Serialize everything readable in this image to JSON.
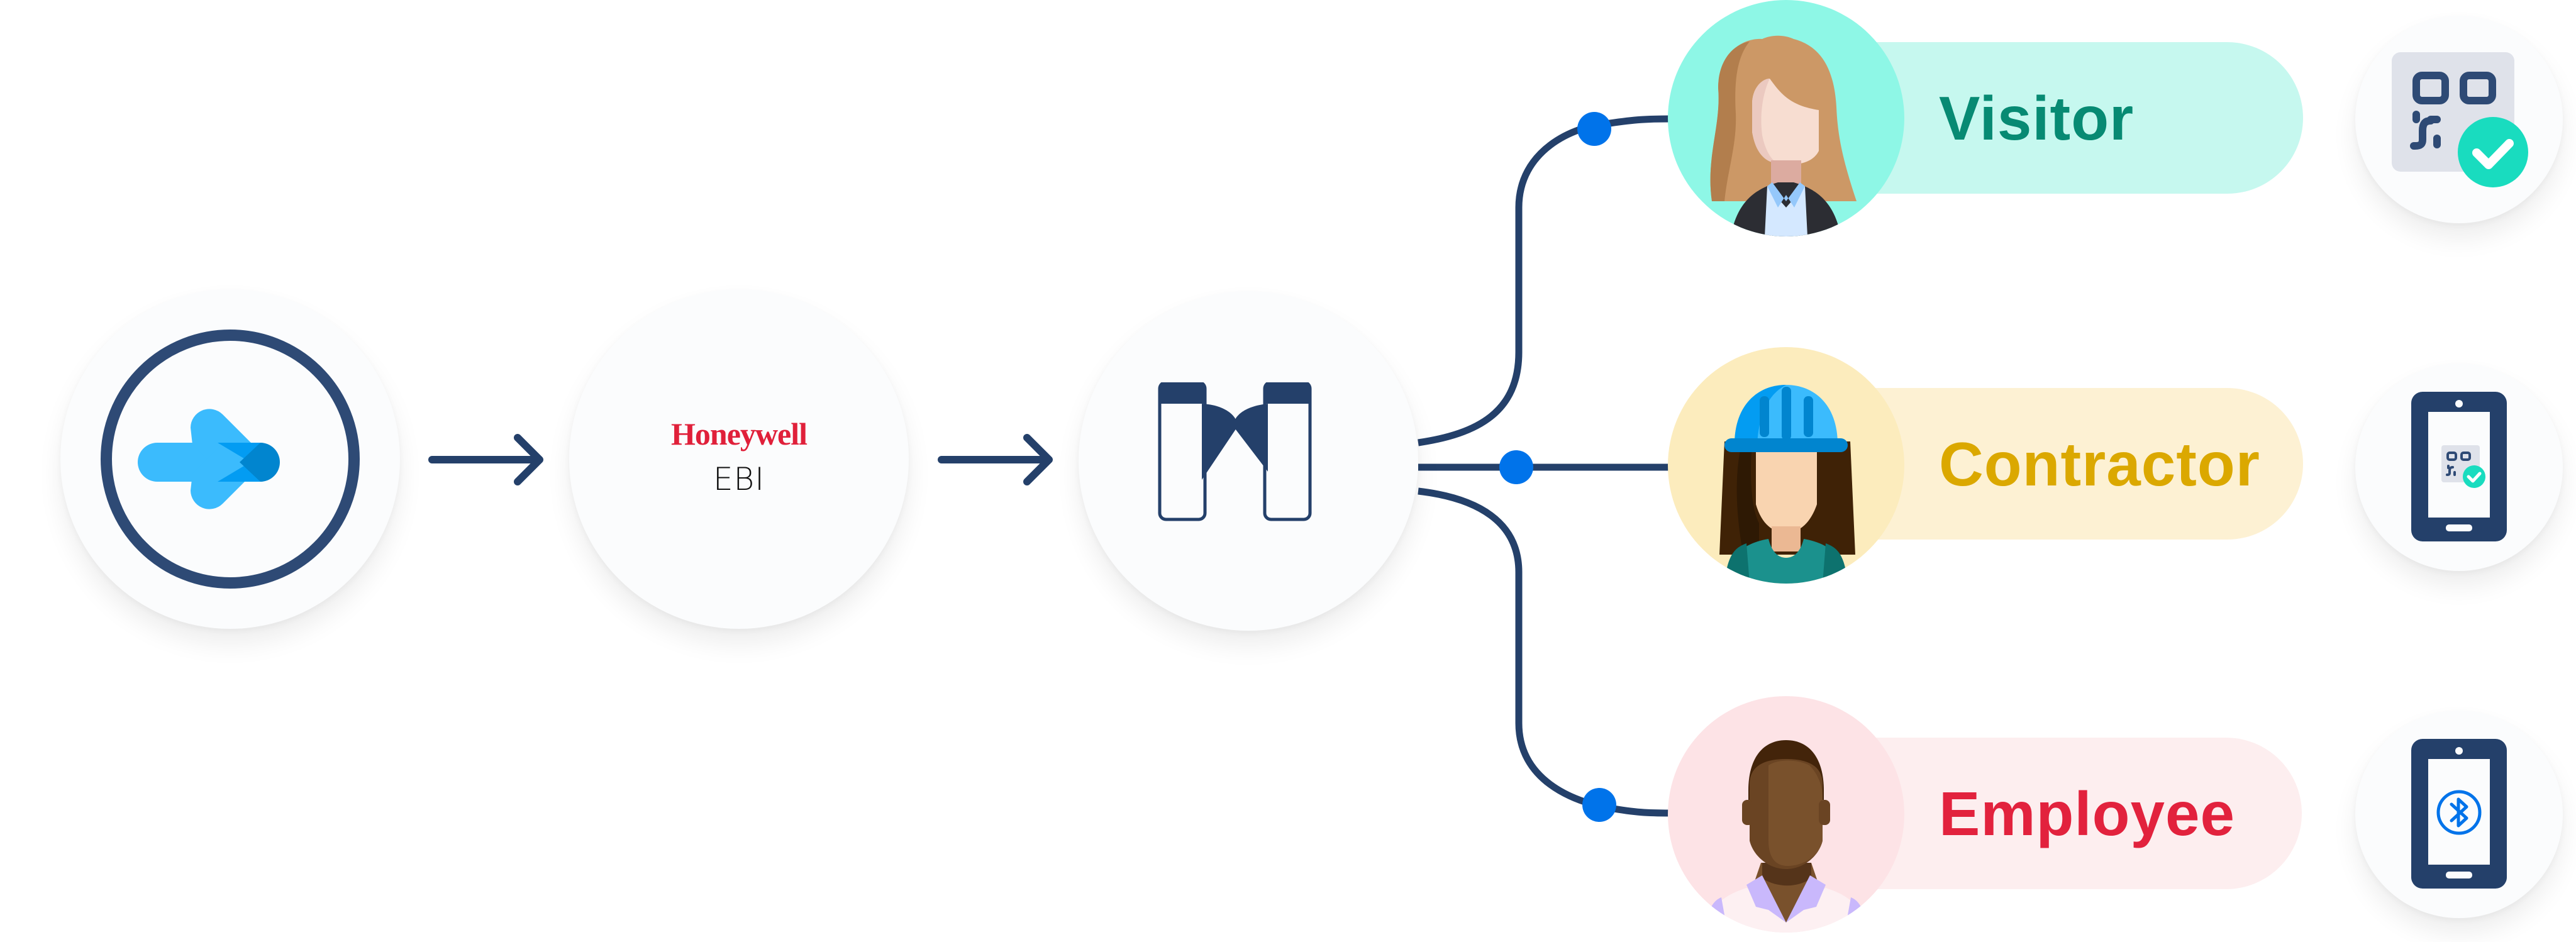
{
  "diagram": {
    "title": "Access flow",
    "nodes": {
      "source": {
        "icon": "arrow-right-logo-icon"
      },
      "ebi": {
        "brand": "Honeywell",
        "product": "EBI"
      },
      "gate": {
        "icon": "turnstile-gate-icon"
      }
    },
    "flow_arrows": [
      "arrow-right-icon",
      "arrow-right-icon"
    ],
    "roles": [
      {
        "label": "Visitor",
        "text_color": "#078a73",
        "pill_color": "#c6f8ef",
        "avatar_bg": "#8ef7e6",
        "credential_icon": "qr-code-check-icon"
      },
      {
        "label": "Contractor",
        "text_color": "#dba800",
        "pill_color": "#fdf1d3",
        "avatar_bg": "#fcecbd",
        "credential_icon": "mobile-qr-code-icon"
      },
      {
        "label": "Employee",
        "text_color": "#e2223d",
        "pill_color": "#fdeeef",
        "avatar_bg": "#fde3e6",
        "credential_icon": "mobile-bluetooth-icon"
      }
    ]
  },
  "colors": {
    "navy": "#24406a",
    "connector_dot": "#0073ea",
    "arrow_light": "#3bbbfd",
    "arrow_mid": "#039cf2",
    "arrow_dark": "#0185cf",
    "check_green": "#19dcbf",
    "brand_red": "#e0203a"
  }
}
